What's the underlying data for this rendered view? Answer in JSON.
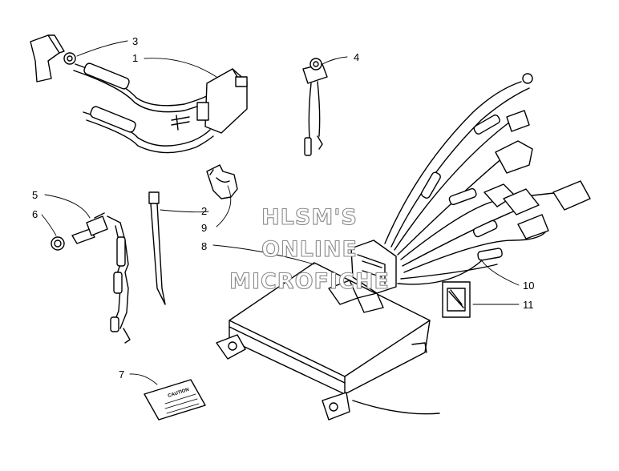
{
  "callouts": {
    "c1": "1",
    "c2": "2",
    "c3": "3",
    "c4": "4",
    "c5": "5",
    "c6": "6",
    "c7": "7",
    "c8": "8",
    "c9": "9",
    "c10": "10",
    "c11": "11"
  },
  "watermark": {
    "line1": "HLSM'S",
    "line2": "ONLINE",
    "line3": "MICROFICHE"
  },
  "decal": {
    "text": "CAUTION"
  },
  "colors": {
    "ink": "#000000",
    "watermark_outline": "#8a8a8a",
    "background": "#ffffff"
  }
}
